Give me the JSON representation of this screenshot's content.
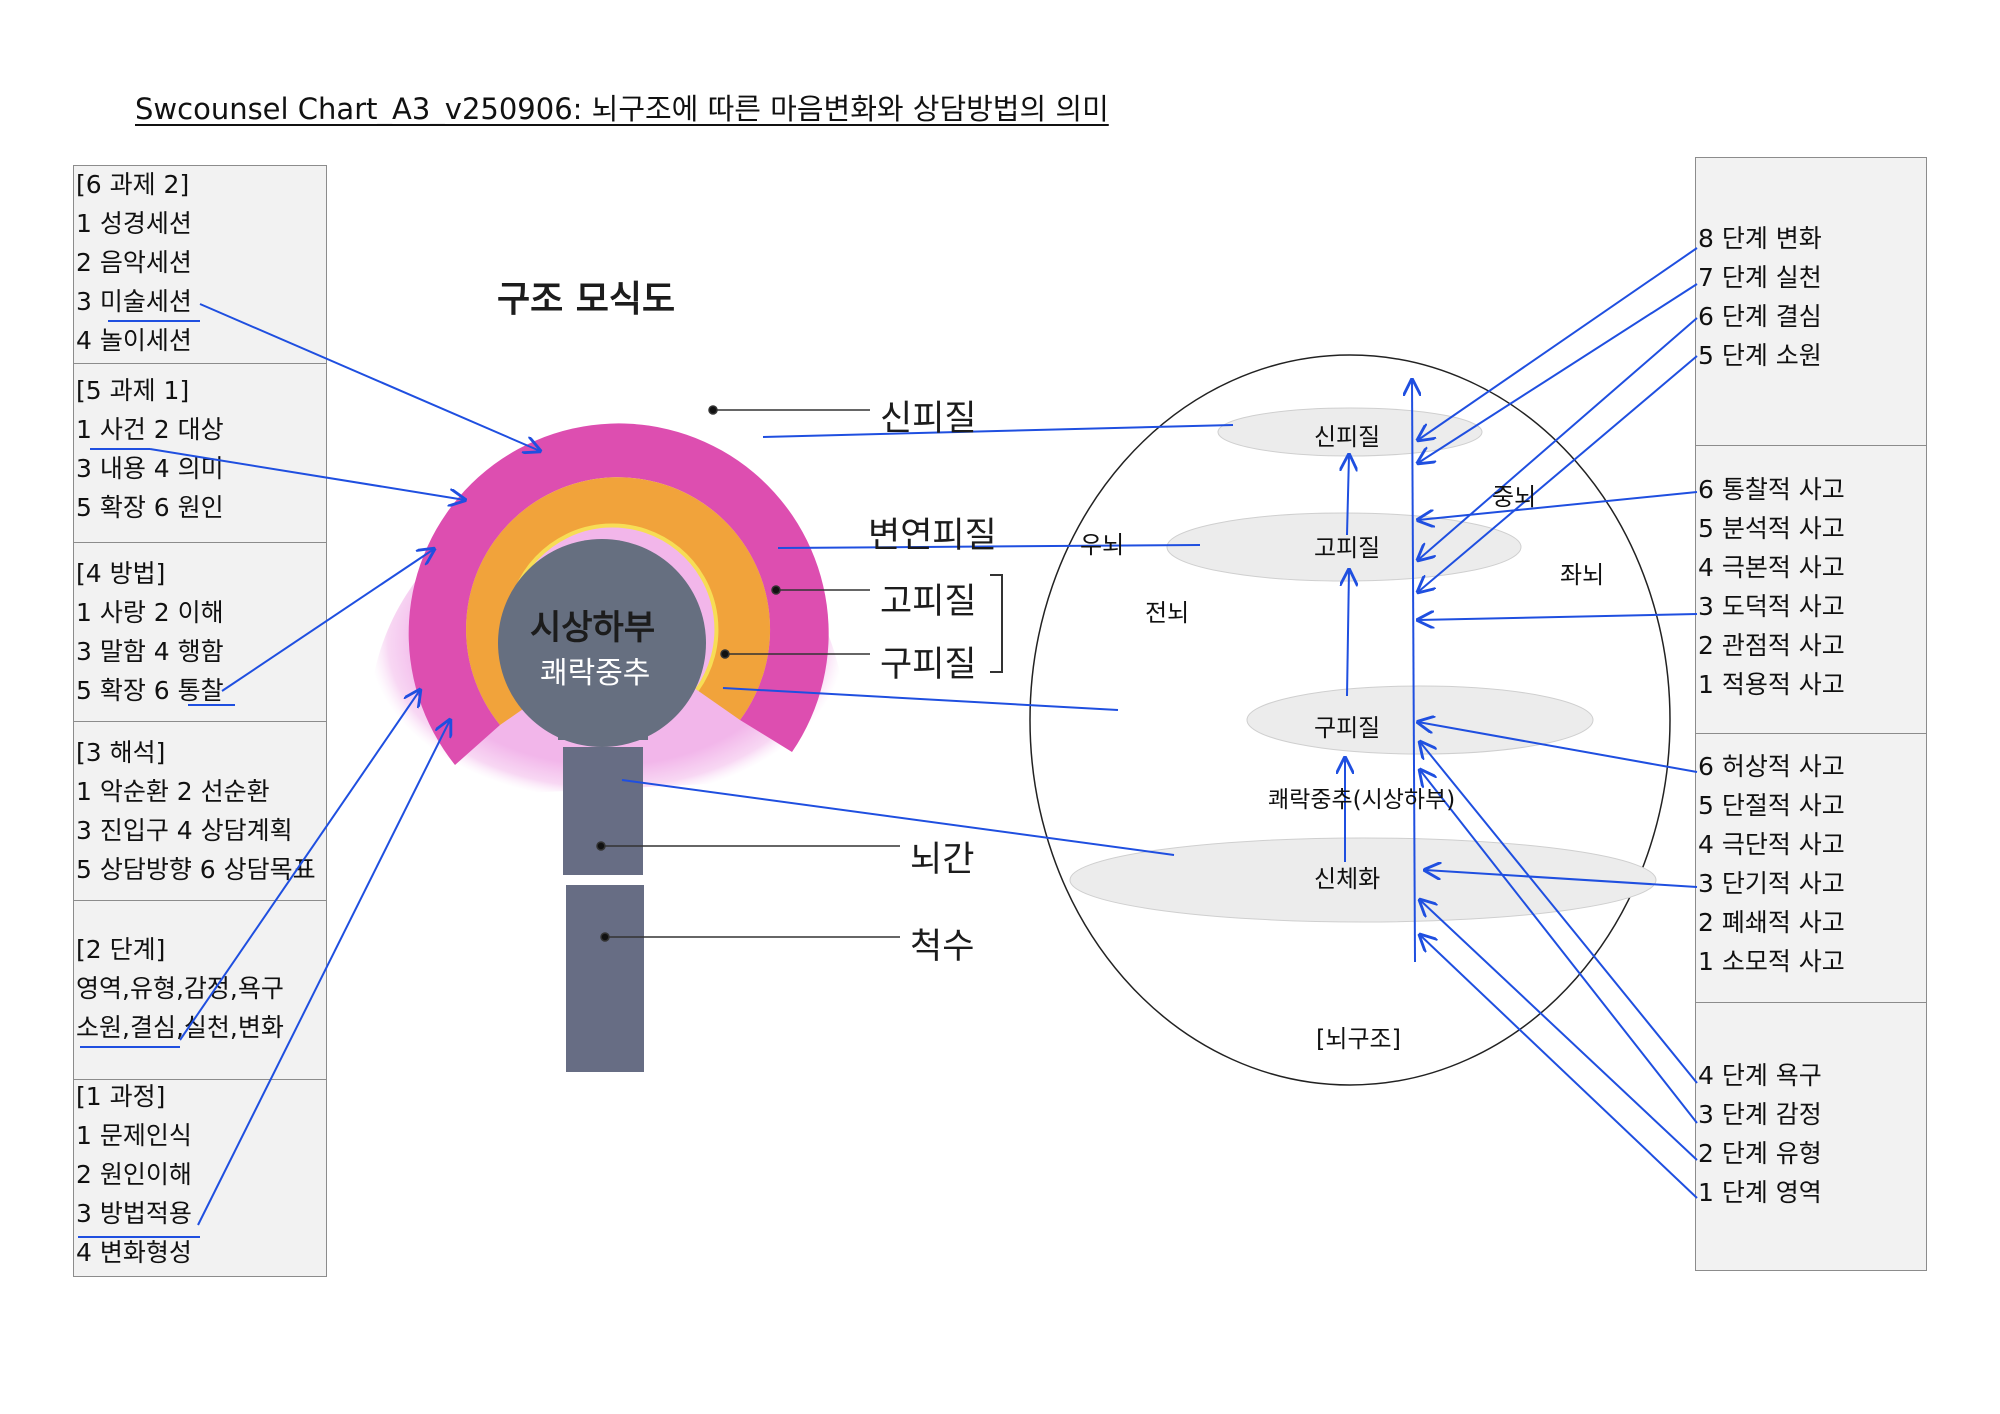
{
  "title": "Swcounsel Chart_A3_v250906: 뇌구조에 따른 마음변화와 상담방법의 의미",
  "left_boxes": [
    {
      "id": "task2",
      "lines": [
        "[6 과제 2]",
        "1 성경세션",
        "2 음악세션",
        "3 미술세션",
        "4 놀이세션"
      ]
    },
    {
      "id": "task1",
      "lines": [
        "[5 과제 1]",
        "1 사건 2 대상",
        "3 내용 4 의미",
        "5 확장 6 원인"
      ]
    },
    {
      "id": "method",
      "lines": [
        "[4 방법]",
        "1 사랑 2 이해",
        "3 말함 4 행함",
        "5 확장 6 통찰"
      ]
    },
    {
      "id": "interp",
      "lines": [
        "[3 해석]",
        "1 악순환 2 선순환",
        "3 진입구 4 상담계획",
        "5 상담방향 6 상담목표"
      ]
    },
    {
      "id": "stage",
      "lines": [
        "[2 단계]",
        "영역,유형,감정,욕구",
        "소원,결심,실천,변화"
      ]
    },
    {
      "id": "process",
      "lines": [
        "[1 과정]",
        "1 문제인식",
        "2 원인이해",
        "3 방법적용",
        "4 변화형성"
      ]
    }
  ],
  "right_boxes": [
    {
      "id": "stages-high",
      "lines": [
        "8 단계 변화",
        "7 단계 실천",
        "6 단계 결심",
        "5 단계 소원"
      ]
    },
    {
      "id": "thinking-high",
      "lines": [
        "6 통찰적 사고",
        "5 분석적 사고",
        "4 극본적 사고",
        "3 도덕적 사고",
        "2 관점적 사고",
        "1 적용적 사고"
      ]
    },
    {
      "id": "thinking-low",
      "lines": [
        "6 허상적 사고",
        "5 단절적 사고",
        "4 극단적 사고",
        "3 단기적 사고",
        "2 폐쇄적 사고",
        "1 소모적 사고"
      ]
    },
    {
      "id": "stages-low",
      "lines": [
        "4 단계 욕구",
        "3 단계 감정",
        "2 단계 유형",
        "1 단계 영역"
      ]
    }
  ],
  "structure_diagram": {
    "heading": "구조 모식도",
    "neocortex": "신피질",
    "limbic": "변연피질",
    "archicortex": "고피질",
    "paleocortex": "구피질",
    "hypothalamus": "시상하부",
    "pleasure_center": "쾌락중추",
    "brainstem": "뇌간",
    "spinal_cord": "척수"
  },
  "brain_model": {
    "neocortex": "신피질",
    "archicortex": "고피질",
    "paleocortex": "구피질",
    "pleasure_center": "쾌락중추(시상하부)",
    "somatization": "신체화",
    "right_brain": "우뇌",
    "midbrain": "중뇌",
    "left_brain": "좌뇌",
    "forebrain": "전뇌",
    "caption": "[뇌구조]"
  },
  "colors": {
    "arrow": "#1f4fe0",
    "neocortex_glow": "#f4c6ee",
    "limbic": "#de4fb3",
    "archicortex": "#f2a43a",
    "hypothalamus": "#666f80",
    "stem": "#676d84"
  }
}
